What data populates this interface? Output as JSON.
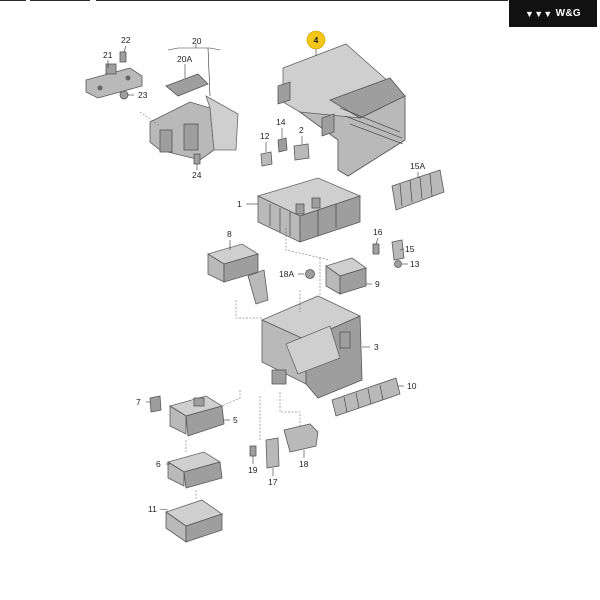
{
  "badge": {
    "text": "W&G",
    "logo_icon": "wings-logo-icon"
  },
  "highlight": {
    "label": "4",
    "color": "#f5c518"
  },
  "labels": {
    "l1": "1",
    "l2": "2",
    "l3": "3",
    "l5": "5",
    "l6": "6",
    "l7": "7",
    "l8": "8",
    "l9": "9",
    "l10": "10",
    "l11": "11",
    "l12": "12",
    "l13": "13",
    "l14": "14",
    "l15": "15",
    "l15a": "15A",
    "l16": "16",
    "l17": "17",
    "l18": "18",
    "l18a": "18A",
    "l19": "19",
    "l20": "20",
    "l20a": "20A",
    "l21": "21",
    "l22": "22",
    "l23": "23",
    "l24": "24"
  }
}
